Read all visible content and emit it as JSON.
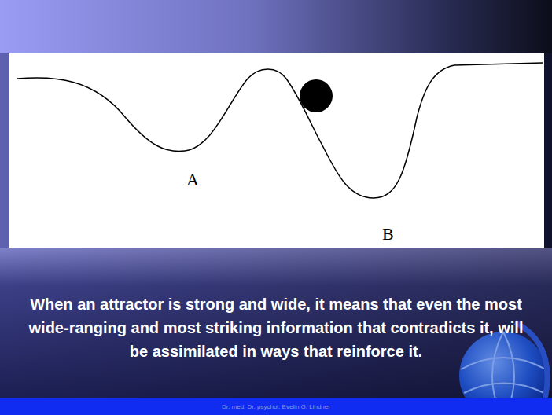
{
  "diagram": {
    "caption": "When an attractor is strong and wide, it means that even the most wide-ranging and most striking information that contradicts it, will be assimilated in ways that reinforce it.",
    "labels": [
      "A",
      "B",
      "Dr. med, Dr. psychol. Evelin G. Lindner"
    ]
  }
}
